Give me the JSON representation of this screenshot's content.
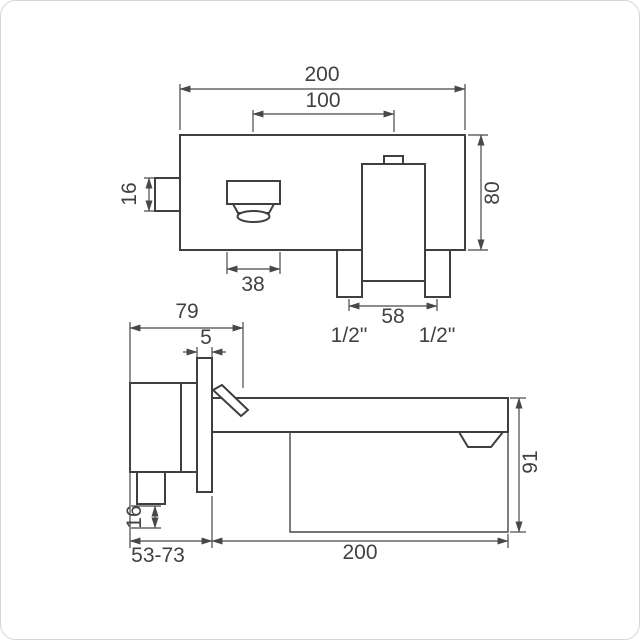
{
  "image_frame": {
    "border_color": "#d6d6d6"
  },
  "drawing": {
    "line_color": "#3f3f3f",
    "text_color": "#414141",
    "front_view": {
      "overall_width": "200",
      "spout_to_handle_centers": "100",
      "side_connector": "16",
      "body_height": "80",
      "spout_block_width": "38",
      "inlet_spacing": "58",
      "inlet_left_size": "1/2\"",
      "inlet_right_size": "1/2\""
    },
    "side_view": {
      "handle_projection": "79",
      "plate_thickness": "5",
      "inlet_size": "16",
      "spout_height": "91",
      "wall_depth_range": "53-73",
      "spout_projection": "200"
    }
  }
}
